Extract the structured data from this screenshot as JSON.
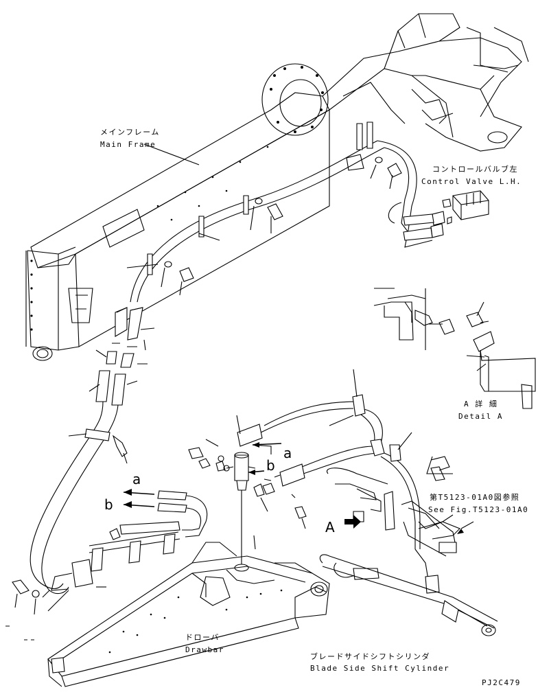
{
  "labels": {
    "main_frame_jp": "メインフレーム",
    "main_frame_en": "Main Frame",
    "control_valve_jp": "コントロールバルブ左",
    "control_valve_en": "Control Valve L.H.",
    "detail_a_jp": "A 詳 細",
    "detail_a_en": "Detail A",
    "see_fig_jp": "第T5123-01A0図参照",
    "see_fig_en": "See Fig.T5123-01A0",
    "drawbar_jp": "ドローバ",
    "drawbar_en": "Drawbar",
    "cylinder_jp": "ブレードサイドシフトシリンダ",
    "cylinder_en": "Blade Side Shift Cylinder",
    "callout_a": "a",
    "callout_b": "b",
    "view_a": "A",
    "drawing_number": "PJ2C479"
  }
}
